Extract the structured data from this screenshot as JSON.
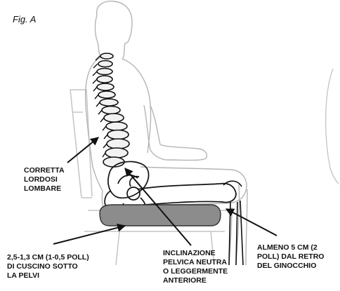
{
  "figure": {
    "title": "Fig. A"
  },
  "labels": {
    "lordosis": [
      "CORRETTA",
      "LORDOSI",
      "LOMBARE"
    ],
    "cushion_under_pelvis": [
      "2,5-1,3 CM (1-0,5 POLL)",
      "DI CUSCINO SOTTO",
      "LA PELVI"
    ],
    "pelvic_tilt": [
      "INCLINAZIONE",
      "PELVICA NEUTRA",
      "O LEGGERMENTE",
      "ANTERIORE"
    ],
    "knee_clearance": [
      "ALMENO 5 CM (2",
      "POLL) DAL RETRO",
      "DEL GINOCCHIO"
    ]
  },
  "colors": {
    "line": "#b5b5b5",
    "dark": "#111111",
    "cushion": "#8c8c8c",
    "bone": "#f4f4f4"
  }
}
